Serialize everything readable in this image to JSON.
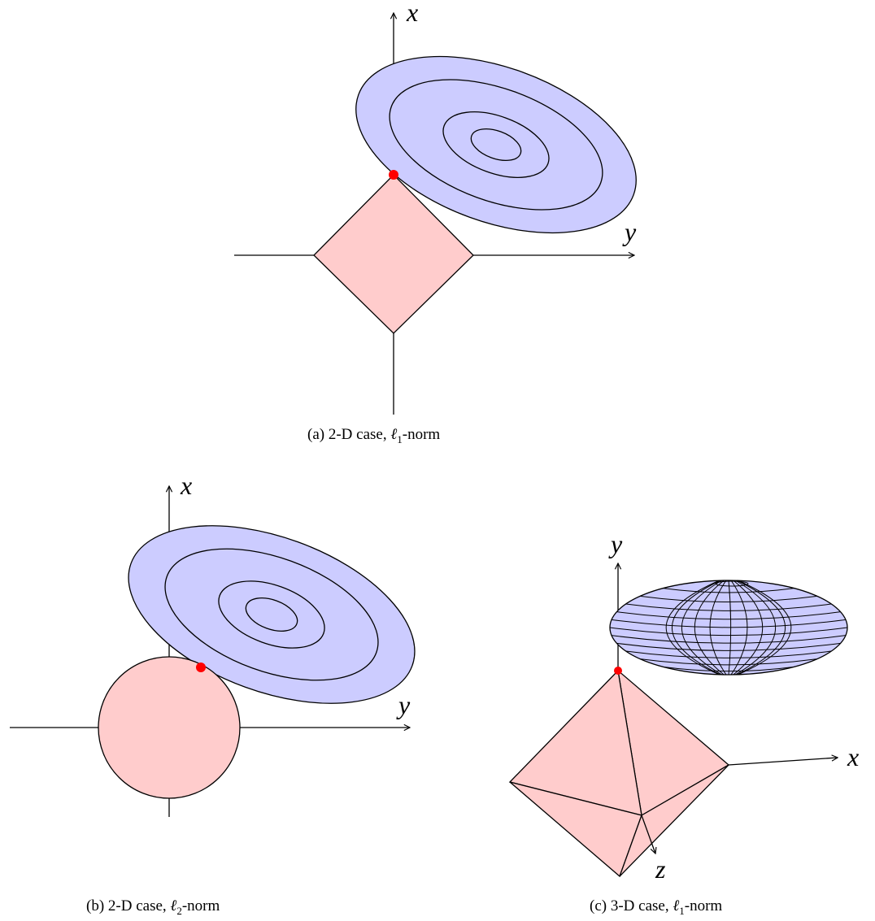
{
  "panels": {
    "a": {
      "caption_prefix": "(a) 2-D case,",
      "caption_norm_symbol": "ℓ",
      "caption_norm_sub": "1",
      "caption_suffix": "-norm",
      "axis_x_label": "x",
      "axis_y_label": "y",
      "constraint_shape": "diamond"
    },
    "b": {
      "caption_prefix": "(b) 2-D case,",
      "caption_norm_symbol": "ℓ",
      "caption_norm_sub": "2",
      "caption_suffix": "-norm",
      "axis_x_label": "x",
      "axis_y_label": "y",
      "constraint_shape": "circle"
    },
    "c": {
      "caption_prefix": "(c) 3-D case,",
      "caption_norm_symbol": "ℓ",
      "caption_norm_sub": "1",
      "caption_suffix": "-norm",
      "axis_x_label": "x",
      "axis_y_label": "y",
      "axis_z_label": "z",
      "constraint_shape": "octahedron"
    }
  },
  "colors": {
    "ellipse_fill": "#ccccff",
    "constraint_fill": "#ffcccc",
    "stroke": "#000000",
    "point": "#ff0000"
  }
}
